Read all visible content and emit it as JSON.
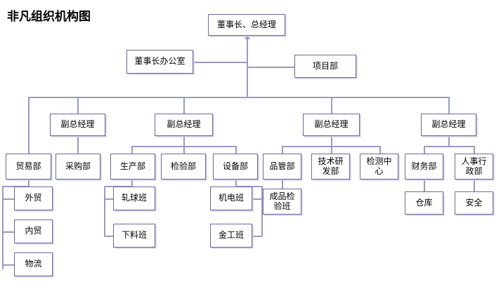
{
  "page": {
    "title": "非凡组织机构图",
    "background": "#ffffff",
    "box_border_color": "#6a6a9c",
    "connector_color": "#9a9ac4",
    "shadow_color": "#c9c9e0"
  },
  "nodes": {
    "chairman_gm": {
      "label": "董事长、总经理"
    },
    "chairman_office": {
      "label": "董事长办公室"
    },
    "project_dept": {
      "label": "项目部"
    },
    "vp1": {
      "label": "副总经理"
    },
    "vp2": {
      "label": "副总经理"
    },
    "vp3": {
      "label": "副总经理"
    },
    "vp4": {
      "label": "副总经理"
    },
    "trade_dept": {
      "label": "贸易部"
    },
    "purchasing_dept": {
      "label": "采购部"
    },
    "production_dept": {
      "label": "生产部"
    },
    "inspection_dept": {
      "label": "检验部"
    },
    "equipment_dept": {
      "label": "设备部"
    },
    "quality_dept": {
      "label": "品管部"
    },
    "rnd_dept": {
      "label": "技术研\n发部"
    },
    "testing_center": {
      "label": "检测中\n心"
    },
    "finance_dept": {
      "label": "财务部"
    },
    "hr_admin_dept": {
      "label": "人事行\n政部"
    },
    "foreign_trade": {
      "label": "外贸"
    },
    "domestic_trade": {
      "label": "内贸"
    },
    "logistics": {
      "label": "物流"
    },
    "ball_rolling_team": {
      "label": "轧球班"
    },
    "cutting_team": {
      "label": "下料班"
    },
    "electrical_team": {
      "label": "机电班"
    },
    "machining_team": {
      "label": "金工班"
    },
    "finished_inspect": {
      "label": "成品检\n验班"
    },
    "warehouse": {
      "label": "仓库"
    },
    "safety": {
      "label": "安全"
    }
  }
}
